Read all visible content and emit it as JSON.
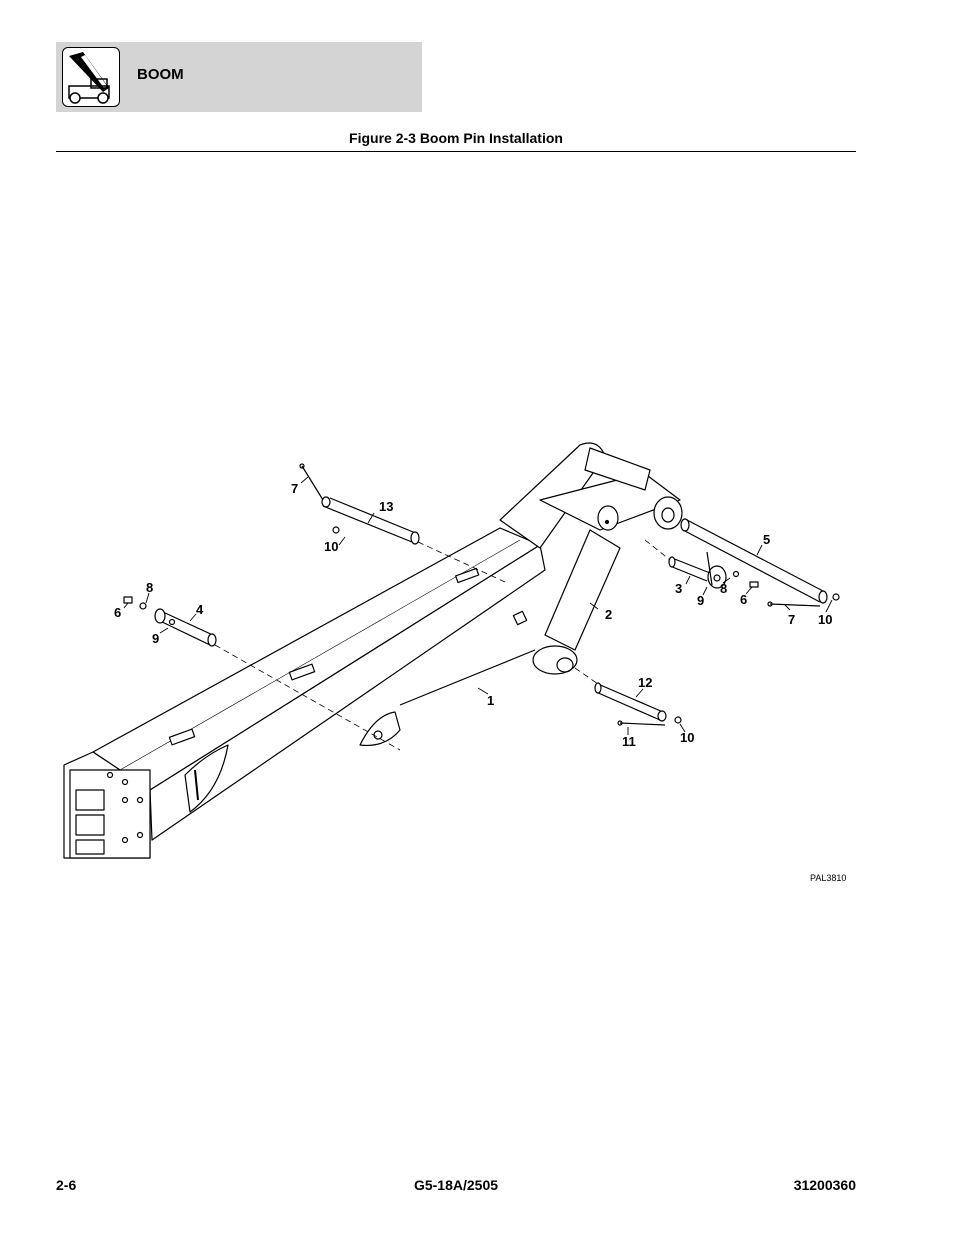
{
  "header": {
    "section_title": "BOOM",
    "logo_icon": "telehandler-icon"
  },
  "figure": {
    "caption": "Figure 2-3 Boom Pin Installation",
    "reference_code": "PAL3810",
    "callouts": {
      "c1": "1",
      "c2": "2",
      "c3": "3",
      "c4": "4",
      "c5": "5",
      "c6a": "6",
      "c6b": "6",
      "c7a": "7",
      "c7b": "7",
      "c8a": "8",
      "c8b": "8",
      "c9a": "9",
      "c9b": "9",
      "c10a": "10",
      "c10b": "10",
      "c10c": "10",
      "c11": "11",
      "c12": "12",
      "c13": "13"
    }
  },
  "footer": {
    "page_number": "2-6",
    "model": "G5-18A/2505",
    "manual_number": "31200360"
  }
}
